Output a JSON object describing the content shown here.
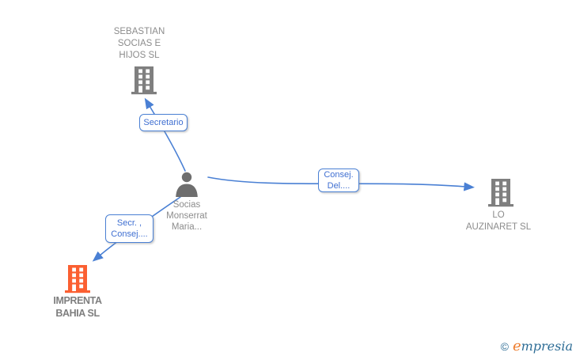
{
  "colors": {
    "edge_blue": "#4a80d4",
    "label_text": "#3f6fd1",
    "node_text_gray": "#8c8c8c",
    "building_gray": "#7f7f7f",
    "person_gray": "#6e6e6e",
    "highlight_orange": "#fb5f31",
    "logo_blue": "#2e6d96",
    "logo_orange": "#ee7d2e"
  },
  "nodes": {
    "company_top": {
      "label": "SEBASTIAN\nSOCIAS E\nHIJOS SL"
    },
    "person_center": {
      "label": "Socias\nMonserrat\nMaria..."
    },
    "company_right": {
      "label": "LO\nAUZINARET SL"
    },
    "company_bottom_left": {
      "label": "IMPRENTA\nBAHIA SL"
    }
  },
  "edges": {
    "person_to_company_top": {
      "label": "Secretario"
    },
    "person_to_company_right": {
      "label": "Consej.\nDel...."
    },
    "person_to_company_bottom_left": {
      "label": "Secr. ,\nConsej...."
    }
  },
  "footer": {
    "copyright_symbol": "©",
    "brand_initial": "e",
    "brand_rest": "mpresia"
  }
}
